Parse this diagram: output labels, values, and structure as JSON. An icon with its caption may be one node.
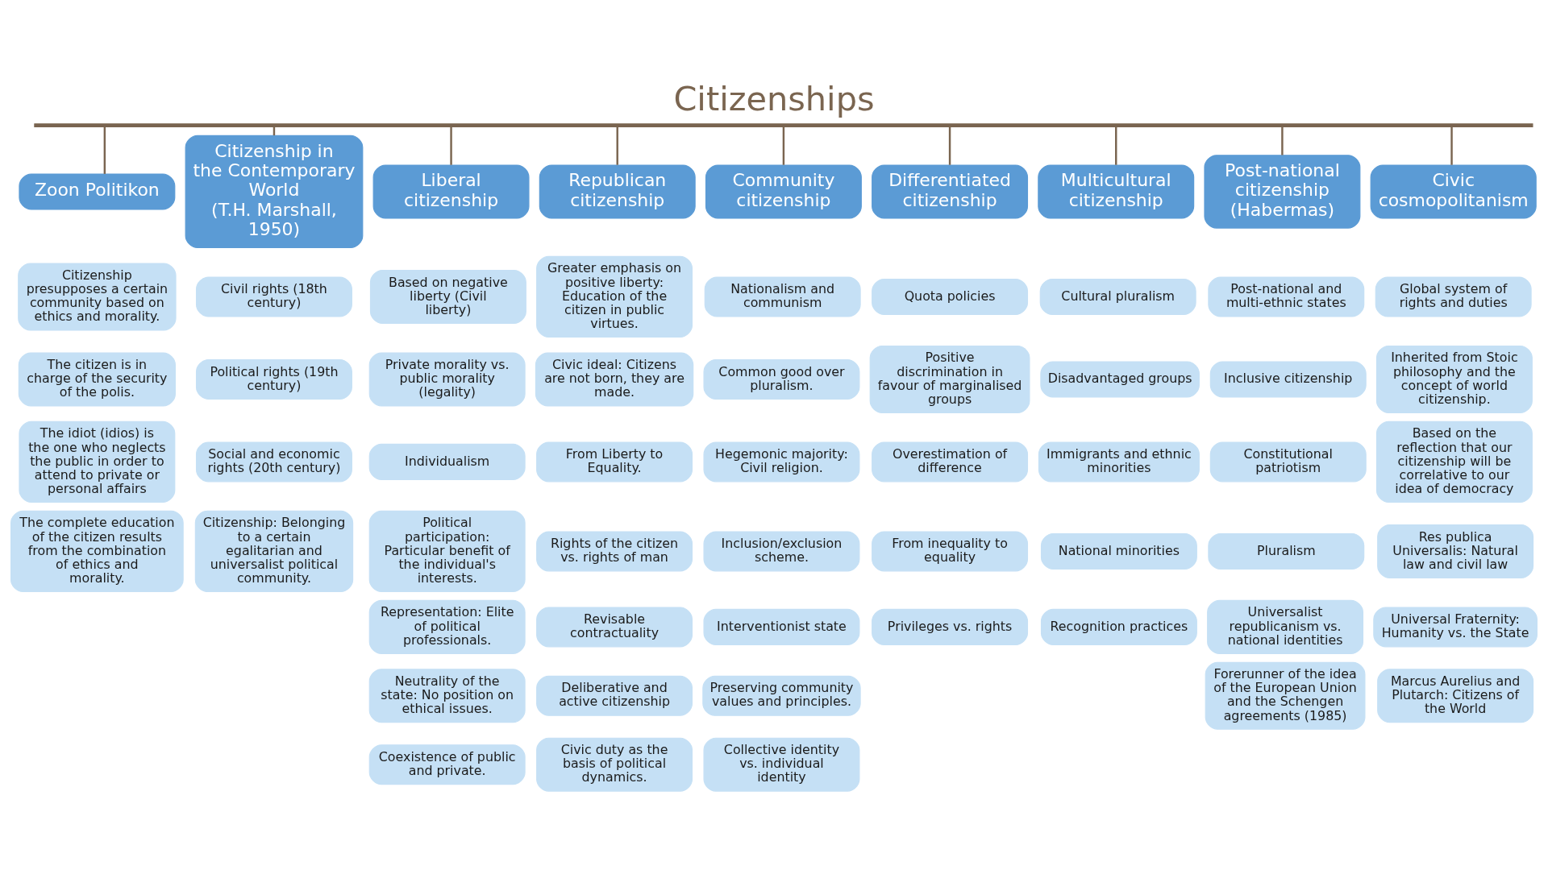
{
  "diagram": {
    "title": "Citizenships",
    "nodes": [
      {
        "text": [],
        "shape": "bar"
      },
      {
        "text": [
          "Zoon Politikon"
        ]
      },
      {
        "text": [
          "Citizenship presupposes a certain community based on ethics and morality."
        ]
      },
      {
        "text": [
          "The citizen is in charge of the security of the polis."
        ]
      },
      {
        "text": [
          "The idiot (idios) is the one who neglects the public in order to attend to private or personal affairs"
        ]
      },
      {
        "text": [
          "The complete education of the citizen results from the combination of ethics and morality."
        ]
      },
      {
        "text": [
          "Citizenship in the Contemporary World",
          "(T.H. Marshall, 1950)"
        ]
      },
      {
        "text": [
          "Civil rights (18th century)"
        ]
      },
      {
        "text": [
          "Political rights (19th century)"
        ]
      },
      {
        "text": [
          "Social and economic rights (20th century)"
        ]
      },
      {
        "text": [
          "Citizenship: Belonging to a certain egalitarian and universalist political community."
        ]
      },
      {
        "text": [
          "Liberal citizenship"
        ]
      },
      {
        "text": [
          "Based on negative liberty (Civil liberty)"
        ]
      },
      {
        "text": [
          "Private morality vs. public morality (legality)"
        ]
      },
      {
        "text": [
          "Individualism"
        ]
      },
      {
        "text": [
          "Political participation: Particular benefit of the individual's interests."
        ]
      },
      {
        "text": [
          "Representation: Elite of political professionals."
        ]
      },
      {
        "text": [
          "Neutrality of the state: No position on ethical issues."
        ]
      },
      {
        "text": [
          "Coexistence of public and private."
        ]
      },
      {
        "text": [
          "Republican citizenship"
        ]
      },
      {
        "text": [
          "Greater emphasis on positive liberty: Education of the citizen in public virtues."
        ]
      },
      {
        "text": [
          "Civic ideal: Citizens are not born, they are made."
        ]
      },
      {
        "text": [
          "From Liberty to Equality."
        ]
      },
      {
        "text": [
          "Rights of the citizen vs. rights of man"
        ]
      },
      {
        "text": [
          "Revisable contractuality"
        ]
      },
      {
        "text": [
          "Deliberative and active citizenship"
        ]
      },
      {
        "text": [
          "Civic duty as the basis of political dynamics."
        ]
      },
      {
        "text": [
          "Community citizenship"
        ]
      },
      {
        "text": [
          "Nationalism and communism"
        ]
      },
      {
        "text": [
          "Common good over pluralism."
        ]
      },
      {
        "text": [
          "Hegemonic majority: Civil religion."
        ]
      },
      {
        "text": [
          "Inclusion/exclusion scheme."
        ]
      },
      {
        "text": [
          "Interventionist state"
        ]
      },
      {
        "text": [
          "Preserving community values and principles."
        ]
      },
      {
        "text": [
          "Collective identity vs. individual identity"
        ]
      },
      {
        "text": [
          "Differentiated citizenship"
        ]
      },
      {
        "text": [
          "Quota policies"
        ]
      },
      {
        "text": [
          "Positive discrimination in favour of marginalised groups"
        ]
      },
      {
        "text": [
          "Overestimation of difference"
        ]
      },
      {
        "text": [
          "From inequality to equality"
        ]
      },
      {
        "text": [
          "Privileges vs. rights"
        ]
      },
      {
        "text": [
          "Multicultural citizenship"
        ]
      },
      {
        "text": [
          "Cultural pluralism"
        ]
      },
      {
        "text": [
          "Disadvantaged groups"
        ]
      },
      {
        "text": [
          "Immigrants and ethnic minorities"
        ]
      },
      {
        "text": [
          "National minorities"
        ]
      },
      {
        "text": [
          "Recognition practices"
        ]
      },
      {
        "text": [
          "Post-national citizenship (Habermas)"
        ]
      },
      {
        "text": [
          "Post-national and multi-ethnic states"
        ]
      },
      {
        "text": [
          "Inclusive citizenship"
        ]
      },
      {
        "text": [
          "Constitutional patriotism"
        ]
      },
      {
        "text": [
          "Pluralism"
        ]
      },
      {
        "text": [
          "Universalist republicanism vs. national identities"
        ]
      },
      {
        "text": [
          "Forerunner of the idea of the European Union and the Schengen agreements (1985)"
        ]
      },
      {
        "text": [
          "Civic cosmopolitanism"
        ]
      },
      {
        "text": [
          "Global system of rights and duties"
        ]
      },
      {
        "text": [
          "Inherited from Stoic philosophy and the concept of world citizenship."
        ]
      },
      {
        "text": [
          "Based on the reflection that our citizenship will be correlative to our idea of democracy"
        ]
      },
      {
        "text": [
          "Res publica Universalis: Natural law and civil law"
        ]
      },
      {
        "text": [
          "Universal Fraternity: Humanity vs. the State"
        ]
      },
      {
        "text": [
          "Marcus Aurelius and Plutarch: Citizens of the World"
        ]
      }
    ],
    "edges": [
      {
        "from": 0,
        "to": 1,
        "arrow": "none",
        "color": "#7a6550"
      },
      {
        "from": 0,
        "to": 6,
        "arrow": "none",
        "color": "#7a6550"
      },
      {
        "from": 0,
        "to": 11,
        "arrow": "none",
        "color": "#7a6550"
      },
      {
        "from": 0,
        "to": 19,
        "arrow": "none",
        "color": "#7a6550"
      },
      {
        "from": 0,
        "to": 27,
        "arrow": "none",
        "color": "#7a6550"
      },
      {
        "from": 0,
        "to": 35,
        "arrow": "none",
        "color": "#7a6550"
      },
      {
        "from": 0,
        "to": 41,
        "arrow": "none",
        "color": "#7a6550"
      },
      {
        "from": 0,
        "to": 47,
        "arrow": "none",
        "color": "#7a6550"
      },
      {
        "from": 0,
        "to": 54,
        "arrow": "none",
        "color": "#7a6550"
      }
    ]
  }
}
